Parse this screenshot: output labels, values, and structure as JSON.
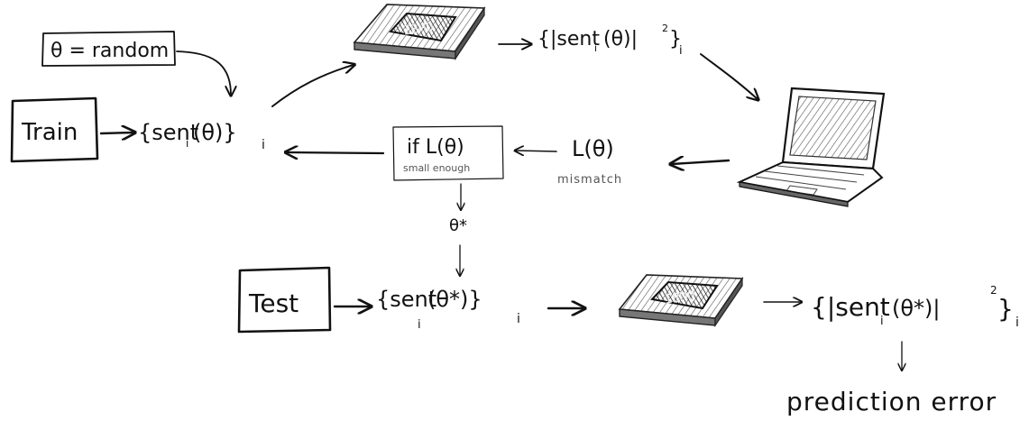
{
  "train": {
    "label": "Train",
    "theta_init": "θ = random",
    "states": "{sent",
    "states_sub": "i",
    "states_arg": "(θ)}",
    "states_tail": "i",
    "measured": "{|sent",
    "measured_sub": "i",
    "measured_arg": "(θ)|",
    "measured_pow": "2",
    "measured_close": "}",
    "measured_tail": "i",
    "loss": "L(θ)",
    "loss_caption": "mismatch",
    "check_main": "if L(θ)",
    "check_caption": "small enough",
    "theta_opt": "θ*"
  },
  "test": {
    "label": "Test",
    "states": "{sent",
    "states_sub": "i",
    "states_arg": "(θ*)}",
    "states_tail": "i",
    "measured": "{|sent",
    "measured_sub": "i",
    "measured_arg": "(θ*)|",
    "measured_pow": "2",
    "measured_close": "}",
    "measured_tail": "i",
    "result": "prediction error"
  },
  "quantum_device": {
    "chip_label": "IBMQ",
    "icon": "quantum-chip-icon"
  },
  "classical_device": {
    "icon": "laptop-icon"
  }
}
